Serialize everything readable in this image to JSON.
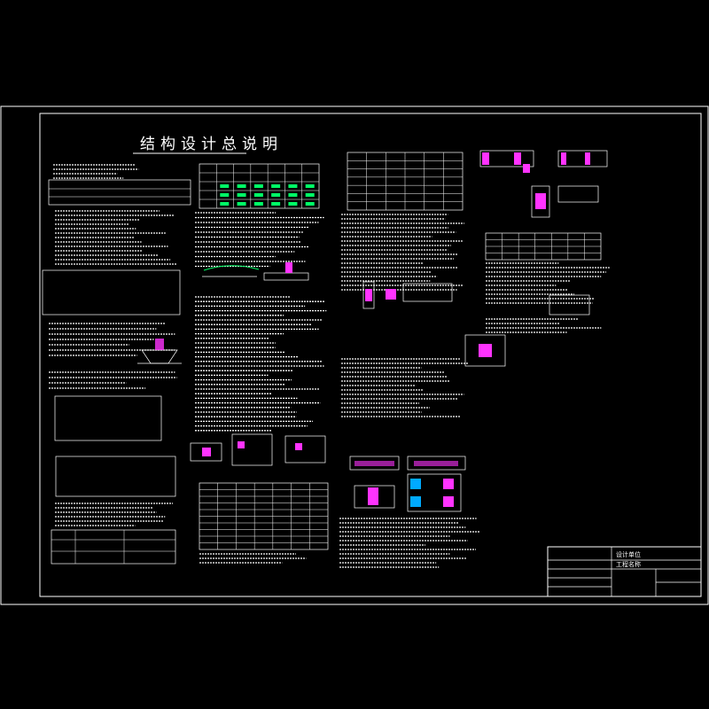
{
  "drawing": {
    "title": "结构设计总说明",
    "background": "#000000",
    "colors": {
      "frame": "#ffffff",
      "text": "#ffffff",
      "table_lines": "#ffffff",
      "hatch": "#ff33ff",
      "highlight": "#00ff66",
      "rebar": "#ff33ff"
    }
  },
  "title_block": {
    "rows": [
      "设计单位",
      "工程名称"
    ]
  }
}
